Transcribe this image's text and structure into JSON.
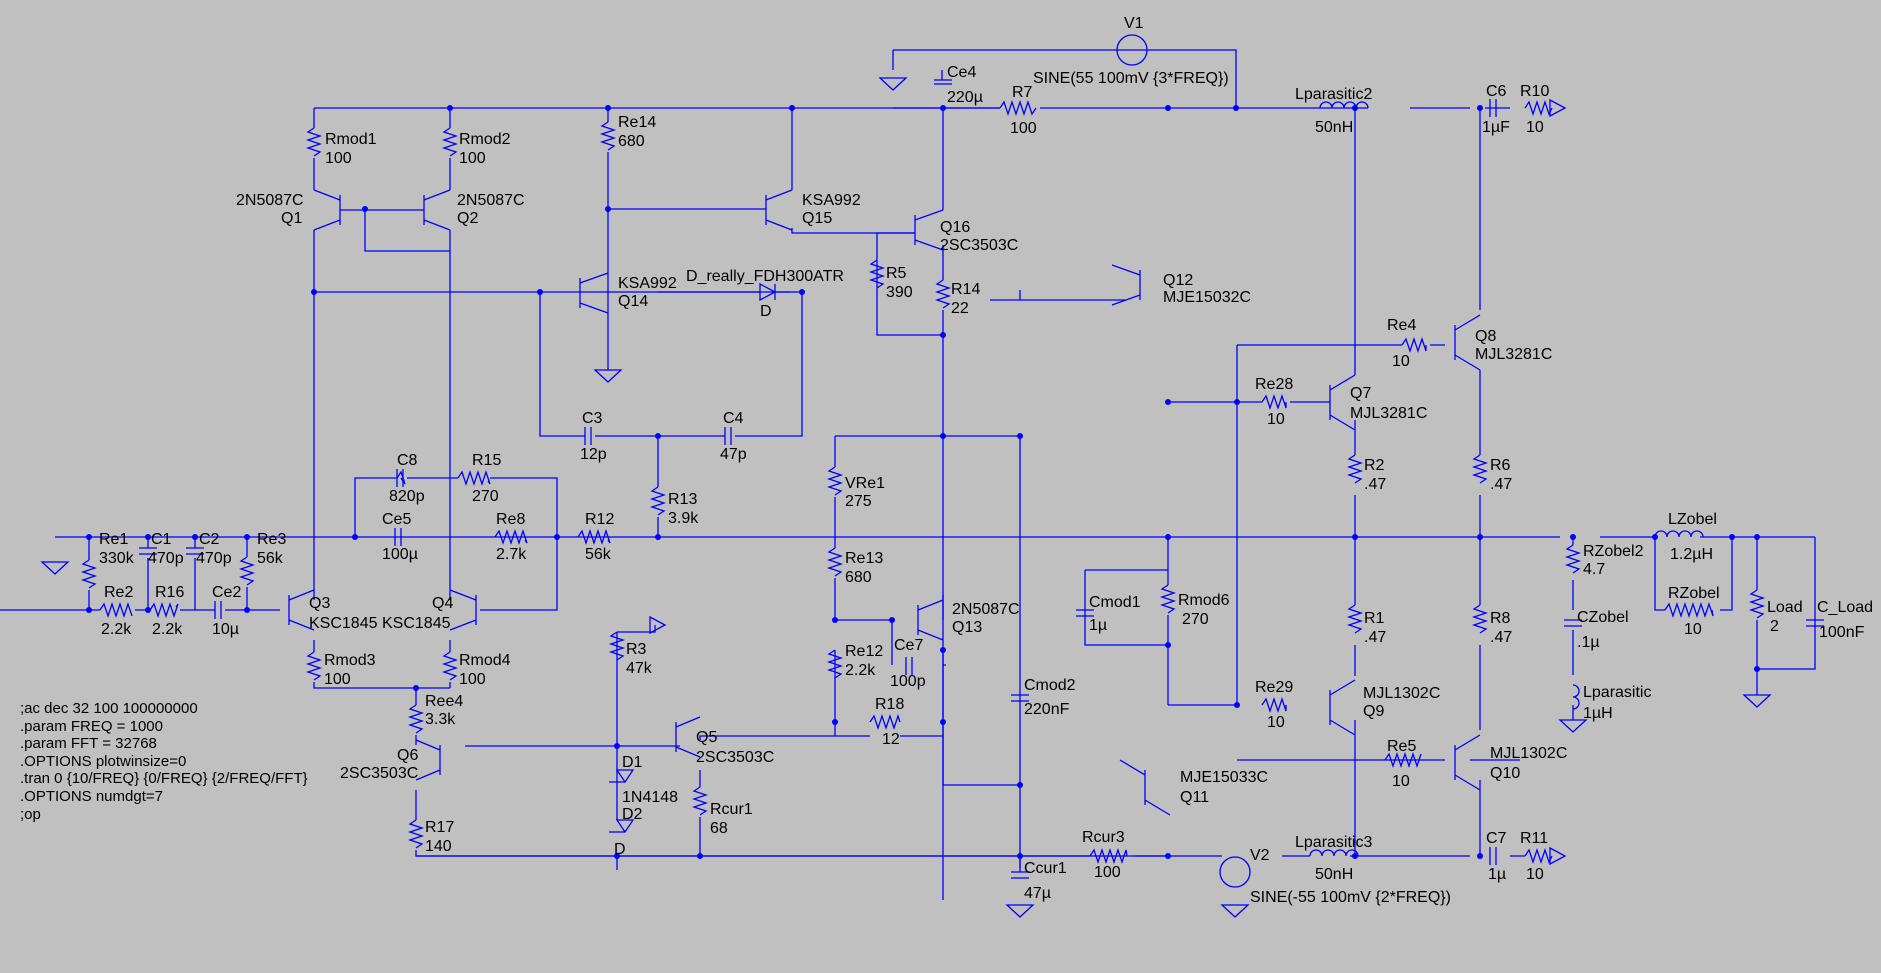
{
  "colors": {
    "background": "#c0c0c0",
    "wire": "#0000ff",
    "component": "#0000ff",
    "text": "#000000"
  },
  "labels": [
    {
      "id": "V1",
      "text": "V1"
    },
    {
      "id": "Ce4",
      "text": "Ce4"
    },
    {
      "id": "Ce4_val",
      "text": "220µ"
    },
    {
      "id": "V1_val",
      "text": "SINE(55 100mV {3*FREQ})"
    },
    {
      "id": "R7",
      "text": "R7"
    },
    {
      "id": "R7_val",
      "text": "100"
    },
    {
      "id": "Lparasitic2",
      "text": "Lparasitic2"
    },
    {
      "id": "Lparasitic2_val",
      "text": "50nH"
    },
    {
      "id": "C6",
      "text": "C6"
    },
    {
      "id": "C6_val",
      "text": "1µF"
    },
    {
      "id": "R10",
      "text": "R10"
    },
    {
      "id": "R10_val",
      "text": "10"
    },
    {
      "id": "Rmod1",
      "text": "Rmod1"
    },
    {
      "id": "Rmod1_val",
      "text": "100"
    },
    {
      "id": "Rmod2",
      "text": "Rmod2"
    },
    {
      "id": "Rmod2_val",
      "text": "100"
    },
    {
      "id": "Re14",
      "text": "Re14"
    },
    {
      "id": "Re14_val",
      "text": "680"
    },
    {
      "id": "Q1_type",
      "text": "2N5087C"
    },
    {
      "id": "Q1",
      "text": "Q1"
    },
    {
      "id": "Q2_type",
      "text": "2N5087C"
    },
    {
      "id": "Q2",
      "text": "Q2"
    },
    {
      "id": "Q15_type",
      "text": "KSA992"
    },
    {
      "id": "Q15",
      "text": "Q15"
    },
    {
      "id": "Q16",
      "text": "Q16"
    },
    {
      "id": "Q16_type",
      "text": "2SC3503C"
    },
    {
      "id": "R5",
      "text": "R5"
    },
    {
      "id": "R5_val",
      "text": "390"
    },
    {
      "id": "R14",
      "text": "R14"
    },
    {
      "id": "R14_val",
      "text": "22"
    },
    {
      "id": "Q12",
      "text": "Q12"
    },
    {
      "id": "Q12_type",
      "text": "MJE15032C"
    },
    {
      "id": "Q14_type",
      "text": "KSA992"
    },
    {
      "id": "Q14",
      "text": "Q14"
    },
    {
      "id": "D_model",
      "text": "D_really_FDH300ATR"
    },
    {
      "id": "D_label",
      "text": "D"
    },
    {
      "id": "Re4",
      "text": "Re4"
    },
    {
      "id": "Re4_val",
      "text": "10"
    },
    {
      "id": "Q8",
      "text": "Q8"
    },
    {
      "id": "Q8_type",
      "text": "MJL3281C"
    },
    {
      "id": "Re28",
      "text": "Re28"
    },
    {
      "id": "Re28_val",
      "text": "10"
    },
    {
      "id": "Q7",
      "text": "Q7"
    },
    {
      "id": "Q7_type",
      "text": "MJL3281C"
    },
    {
      "id": "C3",
      "text": "C3"
    },
    {
      "id": "C3_val",
      "text": "12p"
    },
    {
      "id": "C4",
      "text": "C4"
    },
    {
      "id": "C4_val",
      "text": "47p"
    },
    {
      "id": "C8",
      "text": "C8"
    },
    {
      "id": "C8_val",
      "text": "820p"
    },
    {
      "id": "R15",
      "text": "R15"
    },
    {
      "id": "R15_val",
      "text": "270"
    },
    {
      "id": "VRe1",
      "text": "VRe1"
    },
    {
      "id": "VRe1_val",
      "text": "275"
    },
    {
      "id": "R2",
      "text": "R2"
    },
    {
      "id": "R2_val",
      "text": ".47"
    },
    {
      "id": "R6",
      "text": "R6"
    },
    {
      "id": "R6_val",
      "text": ".47"
    },
    {
      "id": "R13",
      "text": "R13"
    },
    {
      "id": "R13_val",
      "text": "3.9k"
    },
    {
      "id": "Ce5",
      "text": "Ce5"
    },
    {
      "id": "Ce5_val",
      "text": "100µ"
    },
    {
      "id": "Re8",
      "text": "Re8"
    },
    {
      "id": "Re8_val",
      "text": "2.7k"
    },
    {
      "id": "R12",
      "text": "R12"
    },
    {
      "id": "R12_val",
      "text": "56k"
    },
    {
      "id": "LZobel",
      "text": "LZobel"
    },
    {
      "id": "LZobel_val",
      "text": "1.2µH"
    },
    {
      "id": "Re1",
      "text": "Re1"
    },
    {
      "id": "Re1_val",
      "text": "330k"
    },
    {
      "id": "C1",
      "text": "C1"
    },
    {
      "id": "C1_val",
      "text": "470p"
    },
    {
      "id": "C2",
      "text": "C2"
    },
    {
      "id": "C2_val",
      "text": "470p"
    },
    {
      "id": "Re3",
      "text": "Re3"
    },
    {
      "id": "Re3_val",
      "text": "56k"
    },
    {
      "id": "Re13",
      "text": "Re13"
    },
    {
      "id": "Re13_val",
      "text": "680"
    },
    {
      "id": "RZobel2",
      "text": "RZobel2"
    },
    {
      "id": "RZobel2_val",
      "text": "4.7"
    },
    {
      "id": "RZobel",
      "text": "RZobel"
    },
    {
      "id": "RZobel_val",
      "text": "10"
    },
    {
      "id": "Re2",
      "text": "Re2"
    },
    {
      "id": "Re2_val",
      "text": "2.2k"
    },
    {
      "id": "R16",
      "text": "R16"
    },
    {
      "id": "R16_val",
      "text": "2.2k"
    },
    {
      "id": "Ce2",
      "text": "Ce2"
    },
    {
      "id": "Ce2_val",
      "text": "10µ"
    },
    {
      "id": "Q3",
      "text": "Q3"
    },
    {
      "id": "Q3_type",
      "text": "KSC1845"
    },
    {
      "id": "Q4",
      "text": "Q4"
    },
    {
      "id": "Q4_type",
      "text": "KSC1845"
    },
    {
      "id": "Cmod1",
      "text": "Cmod1"
    },
    {
      "id": "Cmod1_val",
      "text": "1µ"
    },
    {
      "id": "Rmod6",
      "text": "Rmod6"
    },
    {
      "id": "Rmod6_val",
      "text": "270"
    },
    {
      "id": "Q13_type",
      "text": "2N5087C"
    },
    {
      "id": "Q13",
      "text": "Q13"
    },
    {
      "id": "R1",
      "text": "R1"
    },
    {
      "id": "R1_val",
      "text": ".47"
    },
    {
      "id": "R8",
      "text": "R8"
    },
    {
      "id": "R8_val",
      "text": ".47"
    },
    {
      "id": "CZobel",
      "text": "CZobel"
    },
    {
      "id": "CZobel_val",
      "text": ".1µ"
    },
    {
      "id": "Load",
      "text": "Load"
    },
    {
      "id": "Load_val",
      "text": "2"
    },
    {
      "id": "C_Load",
      "text": "C_Load"
    },
    {
      "id": "C_Load_val",
      "text": "100nF"
    },
    {
      "id": "R3",
      "text": "R3"
    },
    {
      "id": "R3_val",
      "text": "47k"
    },
    {
      "id": "Re12",
      "text": "Re12"
    },
    {
      "id": "Re12_val",
      "text": "2.2k"
    },
    {
      "id": "Ce7",
      "text": "Ce7"
    },
    {
      "id": "Ce7_val",
      "text": "100p"
    },
    {
      "id": "Rmod3",
      "text": "Rmod3"
    },
    {
      "id": "Rmod3_val",
      "text": "100"
    },
    {
      "id": "Rmod4",
      "text": "Rmod4"
    },
    {
      "id": "Rmod4_val",
      "text": "100"
    },
    {
      "id": "Cmod2",
      "text": "Cmod2"
    },
    {
      "id": "Cmod2_val",
      "text": "220nF"
    },
    {
      "id": "Lparasitic",
      "text": "Lparasitic"
    },
    {
      "id": "Lparasitic_val",
      "text": "1µH"
    },
    {
      "id": "Ree4",
      "text": "Ree4"
    },
    {
      "id": "Ree4_val",
      "text": "3.3k"
    },
    {
      "id": "R18",
      "text": "R18"
    },
    {
      "id": "R18_val",
      "text": "12"
    },
    {
      "id": "Re29",
      "text": "Re29"
    },
    {
      "id": "Re29_val",
      "text": "10"
    },
    {
      "id": "Q9_type",
      "text": "MJL1302C"
    },
    {
      "id": "Q9",
      "text": "Q9"
    },
    {
      "id": "Q6",
      "text": "Q6"
    },
    {
      "id": "Q6_type",
      "text": "2SC3503C"
    },
    {
      "id": "Q5",
      "text": "Q5"
    },
    {
      "id": "Q5_type",
      "text": "2SC3503C"
    },
    {
      "id": "D1",
      "text": "D1"
    },
    {
      "id": "D1_type",
      "text": "1N4148"
    },
    {
      "id": "D2",
      "text": "D2"
    },
    {
      "id": "D2_label",
      "text": "D"
    },
    {
      "id": "Re5",
      "text": "Re5"
    },
    {
      "id": "Re5_val",
      "text": "10"
    },
    {
      "id": "Q10_type",
      "text": "MJL1302C"
    },
    {
      "id": "Q10",
      "text": "Q10"
    },
    {
      "id": "Q11_type",
      "text": "MJE15033C"
    },
    {
      "id": "Q11",
      "text": "Q11"
    },
    {
      "id": "Rcur1",
      "text": "Rcur1"
    },
    {
      "id": "Rcur1_val",
      "text": "68"
    },
    {
      "id": "R17",
      "text": "R17"
    },
    {
      "id": "R17_val",
      "text": "140"
    },
    {
      "id": "Rcur3",
      "text": "Rcur3"
    },
    {
      "id": "Rcur3_val",
      "text": "100"
    },
    {
      "id": "V2",
      "text": "V2"
    },
    {
      "id": "Lparasitic3",
      "text": "Lparasitic3"
    },
    {
      "id": "Lparasitic3_val",
      "text": "50nH"
    },
    {
      "id": "C7",
      "text": "C7"
    },
    {
      "id": "C7_val",
      "text": "1µ"
    },
    {
      "id": "R11",
      "text": "R11"
    },
    {
      "id": "R11_val",
      "text": "10"
    },
    {
      "id": "Ccur1",
      "text": "Ccur1"
    },
    {
      "id": "Ccur1_val",
      "text": "47µ"
    },
    {
      "id": "V2_val",
      "text": "SINE(-55 100mV {2*FREQ})"
    }
  ],
  "directives": [
    ";ac dec 32 100 100000000",
    ".param FREQ = 1000",
    ".param FFT = 32768",
    ".OPTIONS plotwinsize=0",
    ".tran 0 {10/FREQ} {0/FREQ} {2/FREQ/FFT}",
    ".OPTIONS numdgt=7",
    ";op"
  ]
}
